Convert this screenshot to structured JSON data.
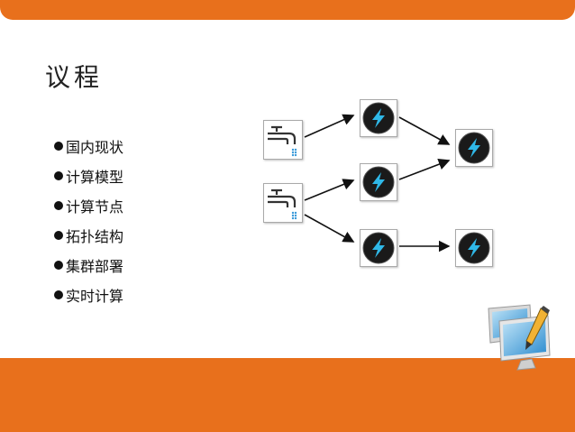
{
  "slide": {
    "title": "议程",
    "agenda": [
      "国内现状",
      "计算模型",
      "计算节点",
      "拓扑结构",
      "集群部署",
      "实时计算"
    ]
  },
  "theme": {
    "accent": "#e8701c",
    "node_border": "#a9a9a9",
    "bolt_bg": "#1a1a1a",
    "bolt_color": "#2fb8e8"
  },
  "topology": {
    "spouts": [
      "spout-1",
      "spout-2"
    ],
    "bolts": [
      "bolt-1",
      "bolt-2",
      "bolt-3",
      "bolt-4",
      "bolt-5"
    ],
    "edges": [
      [
        "spout-1",
        "bolt-1"
      ],
      [
        "spout-2",
        "bolt-2"
      ],
      [
        "spout-2",
        "bolt-3"
      ],
      [
        "bolt-1",
        "bolt-4"
      ],
      [
        "bolt-2",
        "bolt-4"
      ],
      [
        "bolt-3",
        "bolt-5"
      ]
    ]
  }
}
